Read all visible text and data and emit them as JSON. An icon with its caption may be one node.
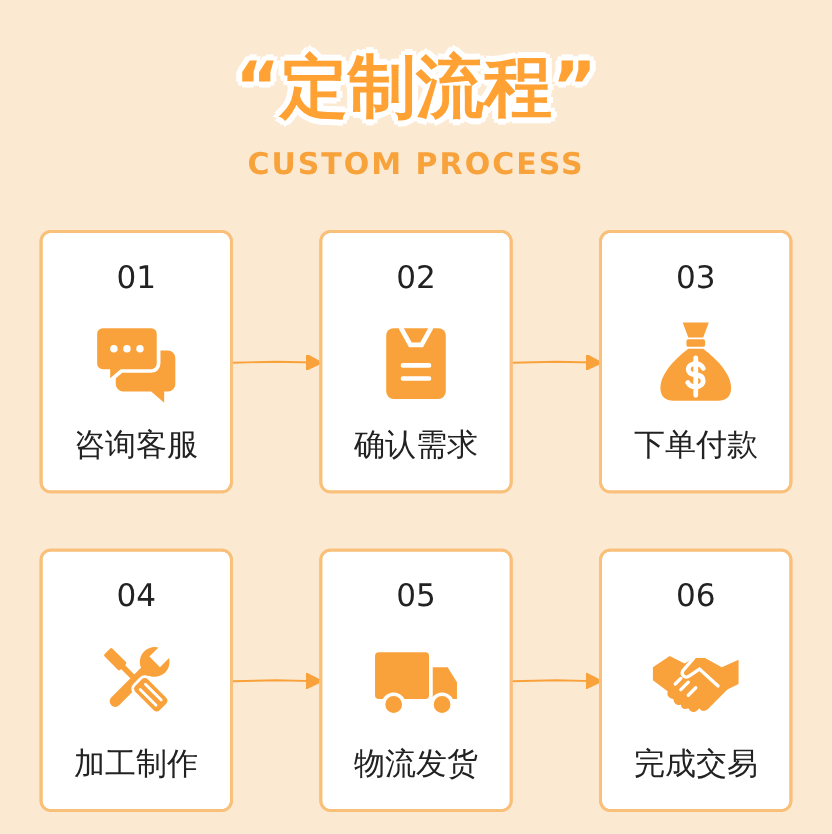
{
  "diagram": {
    "title": "“定制流程”",
    "nodes": [
      {
        "text": [
          "01",
          "咨询客服"
        ]
      },
      {
        "text": [
          "02",
          "确认需求"
        ]
      },
      {
        "text": [
          "03",
          "下单付款"
        ]
      },
      {
        "text": [
          "04",
          "加工制作"
        ]
      },
      {
        "text": [
          "05",
          "物流发货"
        ]
      },
      {
        "text": [
          "06",
          "完成交易"
        ]
      }
    ],
    "edges": [
      {
        "from": 0,
        "to": 1,
        "arrow": "to"
      },
      {
        "from": 1,
        "to": 2,
        "arrow": "to"
      },
      {
        "from": 3,
        "to": 4,
        "arrow": "to"
      },
      {
        "from": 4,
        "to": 5,
        "arrow": "to"
      }
    ],
    "labels": [
      "CUSTOM PROCESS"
    ]
  }
}
